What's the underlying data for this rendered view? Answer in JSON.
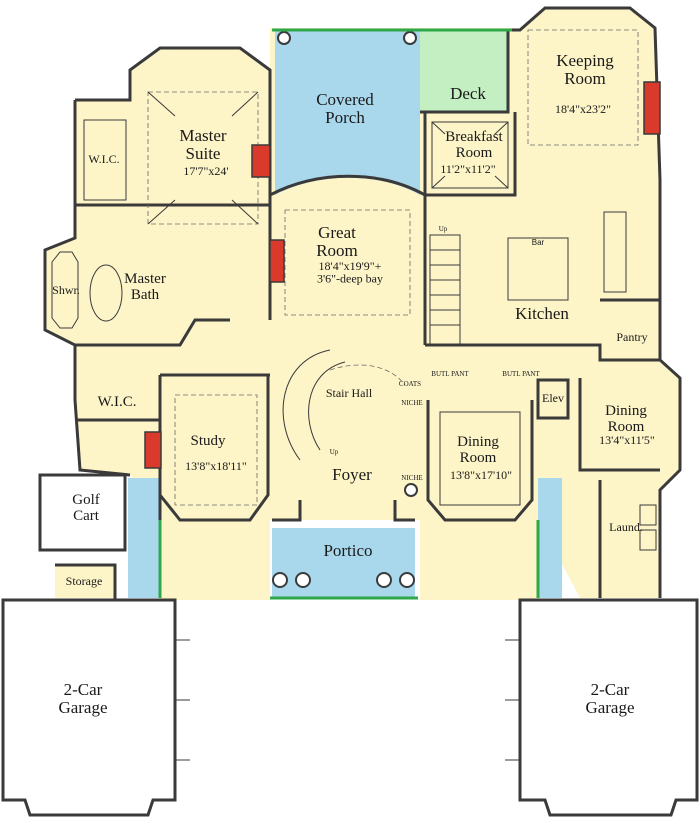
{
  "colors": {
    "floor": "#fdf4c8",
    "porch": "#a9d8ec",
    "deck": "#c3efc3",
    "garage": "#ffffff",
    "fireplace": "#d93a2c",
    "wall": "#3a3a3a",
    "trim": "#2fa84a"
  },
  "rooms": {
    "covered_porch": {
      "name": "Covered\nPorch"
    },
    "deck": {
      "name": "Deck"
    },
    "keeping_room": {
      "name": "Keeping\nRoom",
      "dims": "18'4\"x23'2\""
    },
    "breakfast_room": {
      "name": "Breakfast\nRoom",
      "dims": "11'2\"x11'2\""
    },
    "master_suite": {
      "name": "Master\nSuite",
      "dims": "17'7\"x24'"
    },
    "wic_top": {
      "name": "W.I.C."
    },
    "great_room": {
      "name": "Great\nRoom",
      "dims": "18'4\"x19'9\"+\n3'6\"-deep bay"
    },
    "up_top": {
      "name": "Up"
    },
    "bar": {
      "name": "Bar"
    },
    "kitchen": {
      "name": "Kitchen"
    },
    "pantry": {
      "name": "Pantry"
    },
    "shower": {
      "name": "Shwr."
    },
    "master_bath": {
      "name": "Master\nBath"
    },
    "wic_bottom": {
      "name": "W.I.C."
    },
    "stair_hall": {
      "name": "Stair Hall"
    },
    "coats": {
      "name": "COATS"
    },
    "niche_1": {
      "name": "NICHE"
    },
    "niche_2": {
      "name": "NICHE"
    },
    "butl_pant_1": {
      "name": "BUTL PANT"
    },
    "butl_pant_2": {
      "name": "BUTL PANT"
    },
    "elev": {
      "name": "Elev"
    },
    "dining_room_right": {
      "name": "Dining\nRoom",
      "dims": "13'4\"x11'5\""
    },
    "study": {
      "name": "Study",
      "dims": "13'8\"x18'11\""
    },
    "up_stair": {
      "name": "Up"
    },
    "foyer": {
      "name": "Foyer"
    },
    "dining_room_center": {
      "name": "Dining\nRoom",
      "dims": "13'8\"x17'10\""
    },
    "golf_cart": {
      "name": "Golf\nCart"
    },
    "laundry": {
      "name": "Laund."
    },
    "portico": {
      "name": "Portico"
    },
    "storage": {
      "name": "Storage"
    },
    "garage_left": {
      "name": "2-Car\nGarage"
    },
    "garage_right": {
      "name": "2-Car\nGarage"
    }
  }
}
